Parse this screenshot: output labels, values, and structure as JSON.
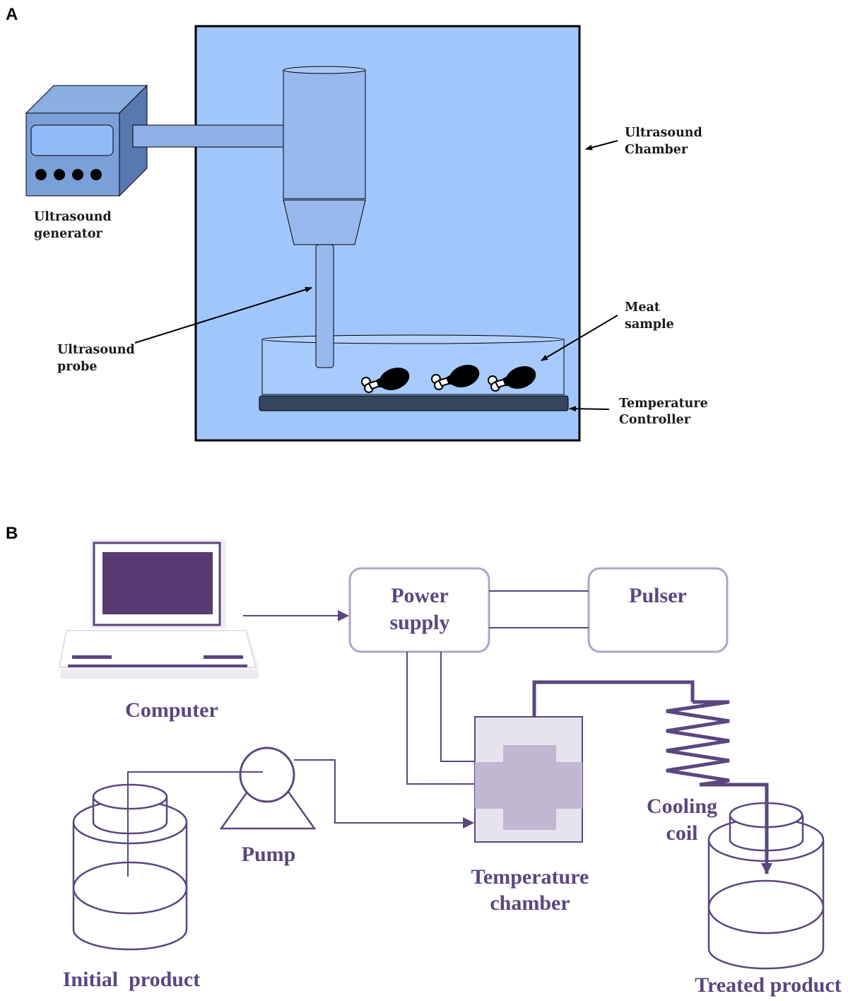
{
  "panel_a": {
    "letter": "A",
    "labels": {
      "generator": [
        "Ultrasound",
        "generator"
      ],
      "chamber": [
        "Ultrasound",
        "Chamber"
      ],
      "probe": [
        "Ultrasound",
        "probe"
      ],
      "meat": [
        "Meat",
        "sample"
      ],
      "temp_controller": [
        "Temperature",
        "Controller"
      ]
    }
  },
  "panel_b": {
    "letter": "B",
    "labels": {
      "computer": "Computer",
      "power_supply": [
        "Power",
        "supply"
      ],
      "pulser": "Pulser",
      "pump": "Pump",
      "cooling_coil": [
        "Cooling",
        "coil"
      ],
      "temp_chamber": [
        "Temperature",
        "chamber"
      ],
      "initial_product": "Initial  product",
      "treated_product": "Treated product"
    }
  },
  "colors": {
    "chamber_fill": "#a1c6fc",
    "device_blue": "#7b9fd8",
    "device_dark": "#5a78b0",
    "screen_blue": "#8fbaf8",
    "controller": "#35465c",
    "meat": "#000000",
    "purple": "#5b4680",
    "purple_light": "#d8d3e3",
    "purple_mid": "#c0b8d0"
  }
}
